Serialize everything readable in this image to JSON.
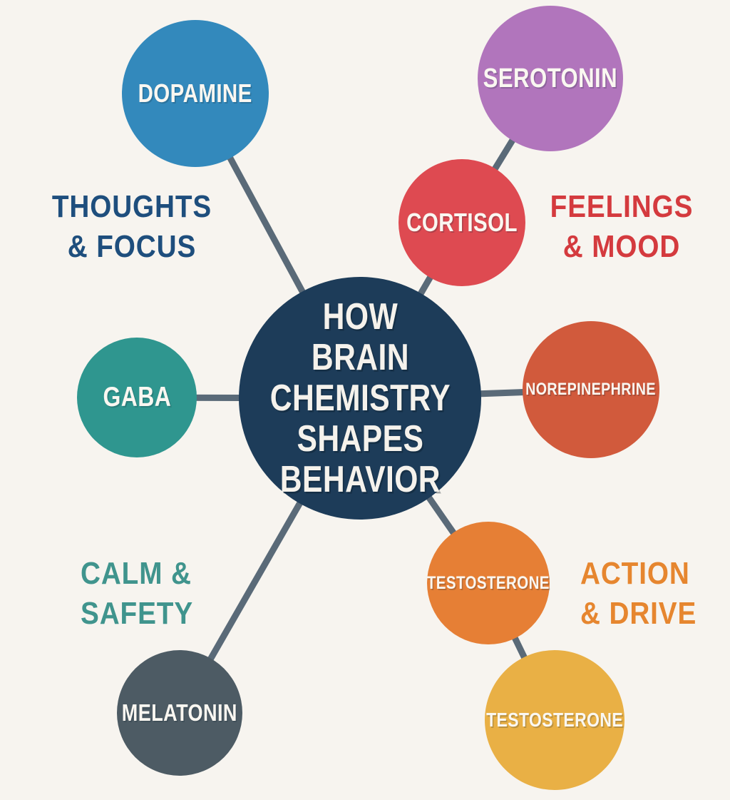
{
  "page": {
    "background_color": "#f7f4ef",
    "connector_color": "#5a6a78"
  },
  "center_node": {
    "line1": "HOW",
    "line2": "BRAIN",
    "line3": "CHEMISTRY",
    "line4": "SHAPES",
    "line5": "BEHAVIOR",
    "color": "#1d3c59",
    "text_color": "#f5f2ec"
  },
  "nodes": [
    {
      "id": "dopamine",
      "label": "DOPAMINE",
      "color": "#3389bc"
    },
    {
      "id": "serotonin",
      "label": "SEROTONIN",
      "color": "#b175bc"
    },
    {
      "id": "cortisol",
      "label": "CORTISOL",
      "color": "#de4a51"
    },
    {
      "id": "norepinephrine",
      "label": "NOREPINEPHRINE",
      "color": "#d15a3c"
    },
    {
      "id": "gaba",
      "label": "GABA",
      "color": "#2f968f"
    },
    {
      "id": "melatonin",
      "label": "MELATONIN",
      "color": "#4d5b64"
    },
    {
      "id": "testosterone-orange",
      "label": "TESTOSTERONE",
      "color": "#e67f35"
    },
    {
      "id": "testosterone-yellow",
      "label": "TESTOSTERONE",
      "color": "#e9b045"
    }
  ],
  "category_labels": [
    {
      "id": "thoughts-focus",
      "line1": "THOUGHTS",
      "line2": "& FOCUS",
      "color": "#1e4e7d"
    },
    {
      "id": "feelings-mood",
      "line1": "FEELINGS",
      "line2": "& MOOD",
      "color": "#d43a3e"
    },
    {
      "id": "calm-safety",
      "line1": "CALM &",
      "line2": "SAFETY",
      "color": "#40948d"
    },
    {
      "id": "action-drive",
      "line1": "ACTION",
      "line2": "& DRIVE",
      "color": "#e6862f"
    }
  ]
}
